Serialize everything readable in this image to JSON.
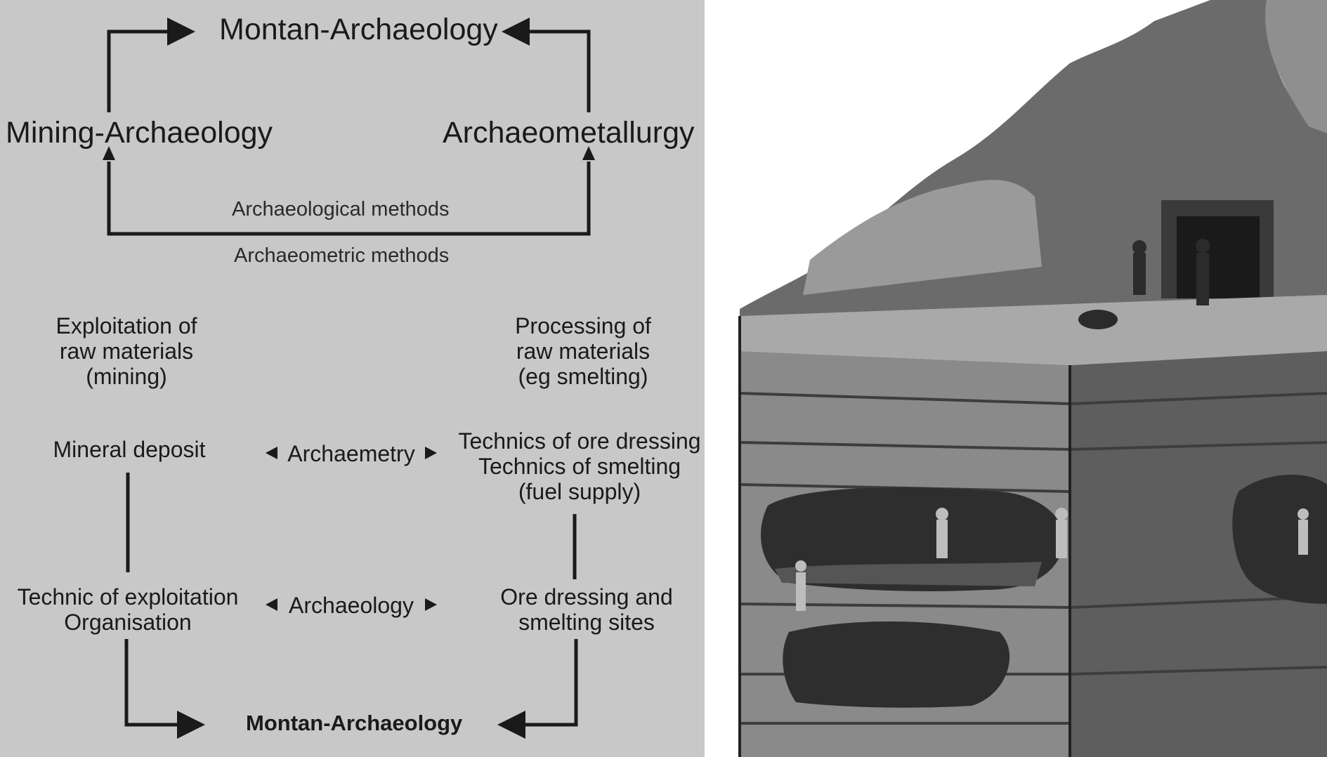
{
  "top": {
    "title": "Montan-Archaeology",
    "left": "Mining-Archaeology",
    "right": "Archaeometallurgy",
    "method_inner": "Archaeological methods",
    "method_outer": "Archaeometric methods"
  },
  "bottom": {
    "left_head": [
      "Exploitation of",
      "raw materials",
      "(mining)"
    ],
    "right_head": [
      "Processing of",
      "raw materials",
      "(eg smelting)"
    ],
    "mineral_deposit": "Mineral deposit",
    "archaemetry": "Archaemetry",
    "technics": [
      "Technics of ore dressing",
      "Technics of smelting",
      "(fuel supply)"
    ],
    "technic_exploitation": [
      "Technic of exploitation",
      "Organisation"
    ],
    "archaeology": "Archaeology",
    "ore_sites": [
      "Ore dressing and",
      "smelting sites"
    ],
    "title": "Montan-Archaeology"
  },
  "colors": {
    "panel": "#c8c8c8",
    "ink": "#1a1a1a"
  }
}
